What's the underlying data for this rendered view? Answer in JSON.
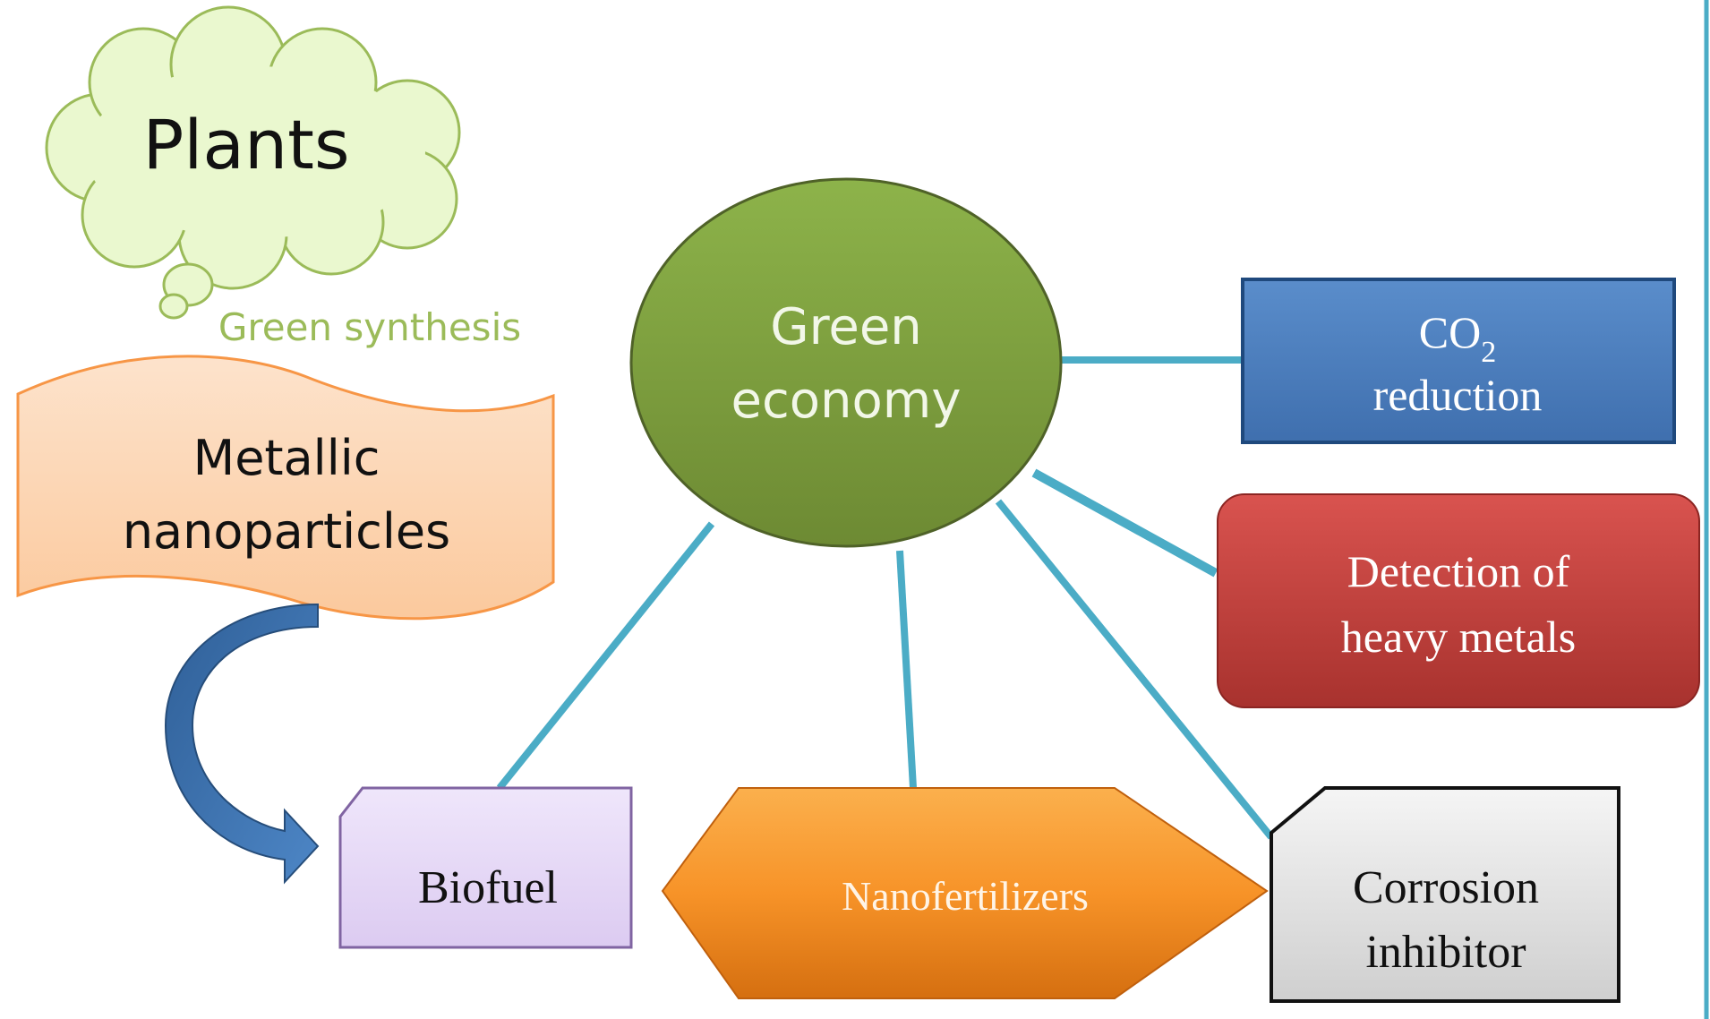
{
  "diagram": {
    "plants_label": "Plants",
    "green_synthesis_label": "Green synthesis",
    "nanoparticles_line1": "Metallic",
    "nanoparticles_line2": "nanoparticles",
    "green_economy_line1": "Green",
    "green_economy_line2": "economy",
    "co2_main": "CO",
    "co2_subscript": "2",
    "co2_line2": "reduction",
    "heavy_metals_line1": "Detection of",
    "heavy_metals_line2": "heavy metals",
    "biofuel_label": "Biofuel",
    "nanofertilizers_label": "Nanofertilizers",
    "corrosion_line1": "Corrosion",
    "corrosion_line2": "inhibitor"
  },
  "colors": {
    "cloud_fill": "#eaf8cf",
    "cloud_stroke": "#9bbb59",
    "green_synthesis_text": "#9bbb59",
    "banner_fill": "#fcd5b4",
    "banner_stroke": "#f79646",
    "circle_fill": "#77933c",
    "circle_stroke": "#4f6228",
    "connector": "#4bacc6",
    "co2_fill": "#4f81bd",
    "co2_stroke": "#1f497d",
    "heavy_metals_fill": "#c0504d",
    "biofuel_fill": "#e6d9f5",
    "biofuel_stroke": "#8064a2",
    "nanofertilizers_fill": "#f79646",
    "corrosion_fill": "#e0e0e0",
    "arrow_fill": "#3a6ea5",
    "frame_right": "#4bacc6"
  }
}
